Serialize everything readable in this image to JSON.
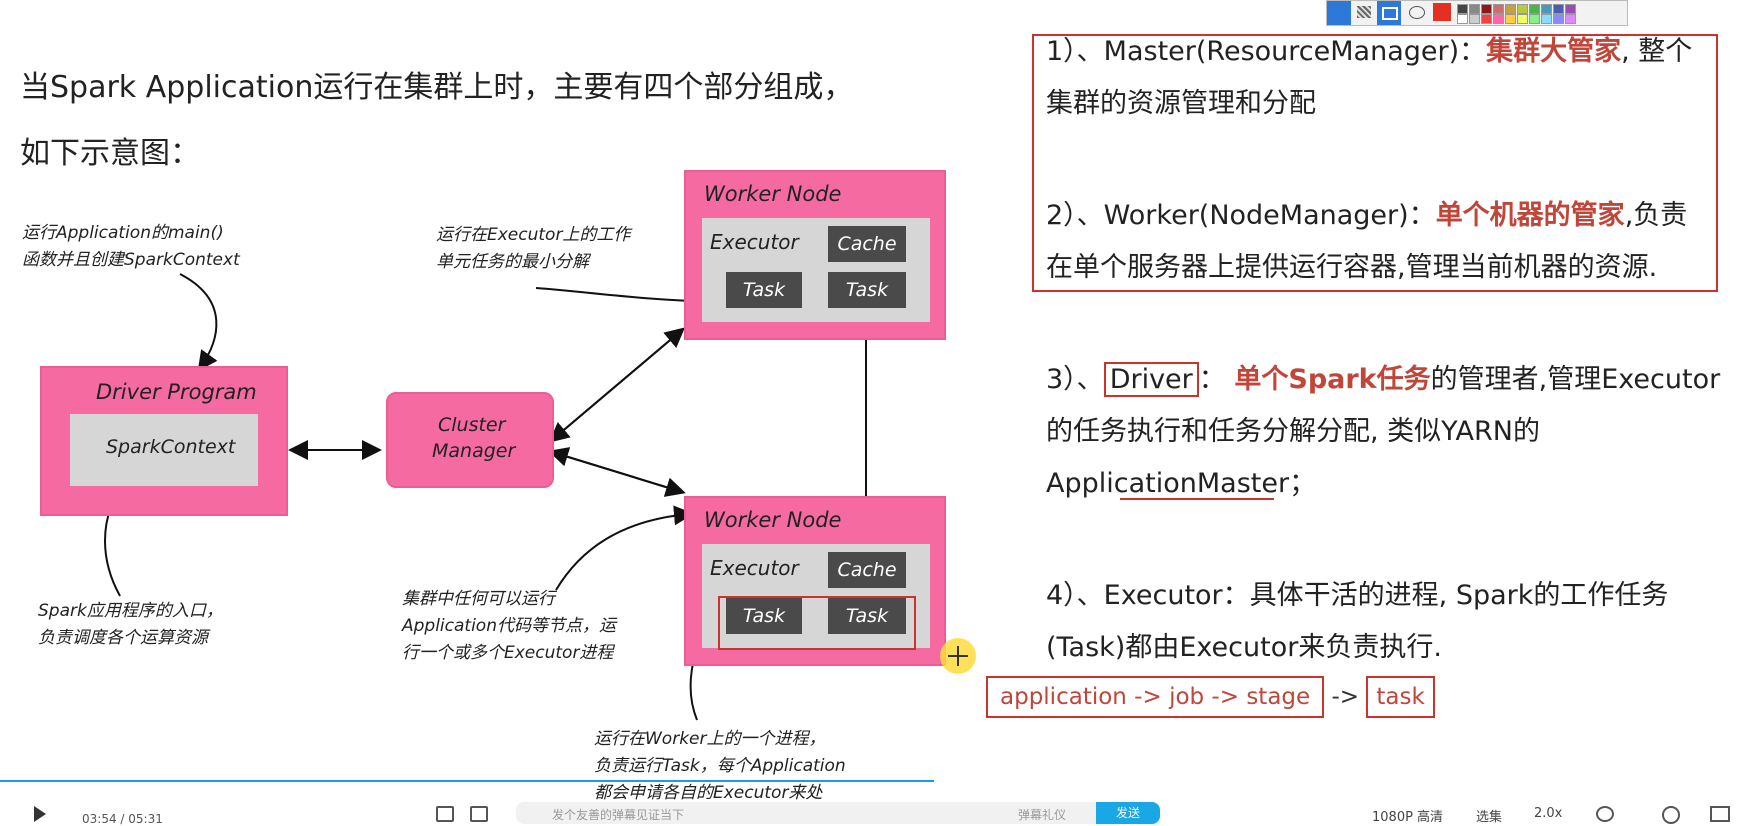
{
  "intro": {
    "line1": "当Spark Application运行在集群上时，主要有四个部分组成，",
    "line2": "如下示意图："
  },
  "diagram": {
    "driver_title": "Driver Program",
    "spark_context": "SparkContext",
    "cluster_manager_line1": "Cluster",
    "cluster_manager_line2": "Manager",
    "worker_title": "Worker Node",
    "executor": "Executor",
    "cache": "Cache",
    "task": "Task",
    "note_main_line1": "运行Application的main()",
    "note_main_line2": "函数并且创建SparkContext",
    "note_task_line1": "运行在Executor上的工作",
    "note_task_line2": "单元任务的最小分解",
    "note_entry_line1": "Spark应用程序的入口，",
    "note_entry_line2": "负责调度各个运算资源",
    "note_worker_line1": "集群中任何可以运行",
    "note_worker_line2": "Application代码等节点，运",
    "note_worker_line3": "行一个或多个Executor进程",
    "note_exec_line1": "运行在Worker上的一个进程，",
    "note_exec_line2": "负责运行Task，每个Application",
    "note_exec_line3": "都会申请各自的Executor来处"
  },
  "right": {
    "p1_a": "1）、Master(ResourceManager)：",
    "p1_em": "集群大管家",
    "p1_b": ", 整个",
    "p1_c": "集群的资源管理和分配",
    "p2_a": "2）、Worker(NodeManager)：",
    "p2_em": "单个机器的管家",
    "p2_b": ",负责",
    "p2_c": "在单个服务器上提供运行容器,管理当前机器的资源.",
    "p3_a": "3）、",
    "p3_driver": "Driver",
    "p3_colon": "：",
    "p3_em": "单个Spark任务",
    "p3_b": "的管理者,管理Executor",
    "p3_c": "的任务执行和任务分解分配, 类似YARN的",
    "p3_d": "ApplicationMaster；",
    "p4_a": "4）、Executor：具体干活的进程, Spark的工作任务",
    "p4_b": "(Task)都由Executor来负责执行.",
    "flow_a": "application -> job -> stage",
    "flow_arrow": "->",
    "flow_task": "task"
  },
  "player": {
    "time": "03:54 / 05:31",
    "danmaku_placeholder": "发个友善的弹幕见证当下",
    "danmaku_setting": "弹幕礼仪",
    "send": "发送",
    "quality": "1080P 高清",
    "select": "选集",
    "speed": "2.0x"
  },
  "colors": {
    "pink": "#f46aa1",
    "gray": "#d6d6d6",
    "dark": "#4a4a4a",
    "accent_red": "#c0463a",
    "progress_blue": "#1e9be6",
    "send_blue": "#19a8e5"
  }
}
